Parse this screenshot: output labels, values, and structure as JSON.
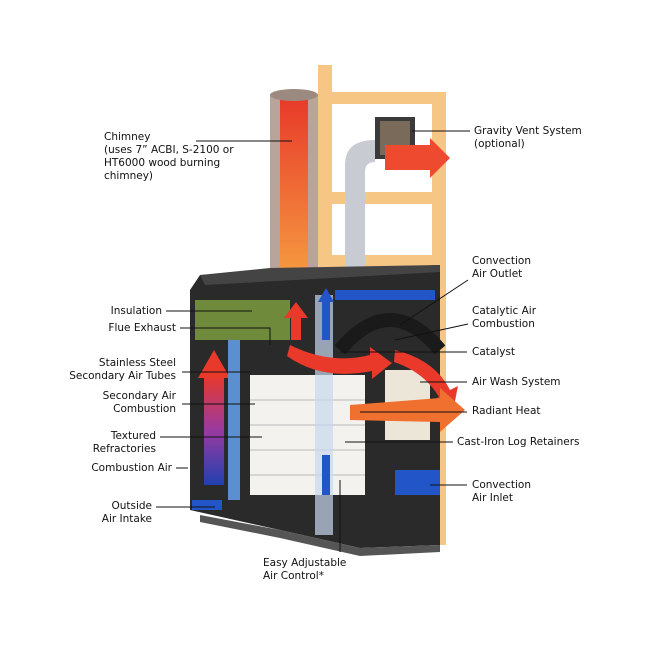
{
  "labels": {
    "chimney": [
      "Chimney",
      "(uses 7” ACBI,  S-2100 or",
      "HT6000 wood burning",
      "chimney)"
    ],
    "insulation": [
      "Insulation"
    ],
    "flue_exhaust": [
      "Flue Exhaust"
    ],
    "secondary_air_tubes": [
      "Stainless Steel",
      "Secondary Air Tubes"
    ],
    "secondary_air_combustion": [
      "Secondary Air",
      "Combustion"
    ],
    "textured_refractories": [
      "Textured",
      "Refractories"
    ],
    "combustion_air": [
      "Combustion Air"
    ],
    "outside_air_intake": [
      "Outside",
      "Air Intake"
    ],
    "air_control": [
      "Easy Adjustable",
      "Air Control*"
    ],
    "gravity_vent": [
      "Gravity Vent System",
      "(optional)"
    ],
    "convection_outlet": [
      "Convection",
      "Air Outlet"
    ],
    "catalytic_air": [
      "Catalytic Air",
      "Combustion"
    ],
    "catalyst": [
      "Catalyst"
    ],
    "air_wash": [
      "Air Wash System"
    ],
    "radiant_heat": [
      "Radiant Heat"
    ],
    "log_retainers": [
      "Cast-Iron Log Retainers"
    ],
    "convection_inlet": [
      "Convection",
      "Air Inlet"
    ]
  },
  "colors": {
    "frame": "#f6c684",
    "body": "#2a2a2a",
    "hot": "#e8392a",
    "cold": "#1f4fbf",
    "insulation": "#6f8a3a"
  }
}
